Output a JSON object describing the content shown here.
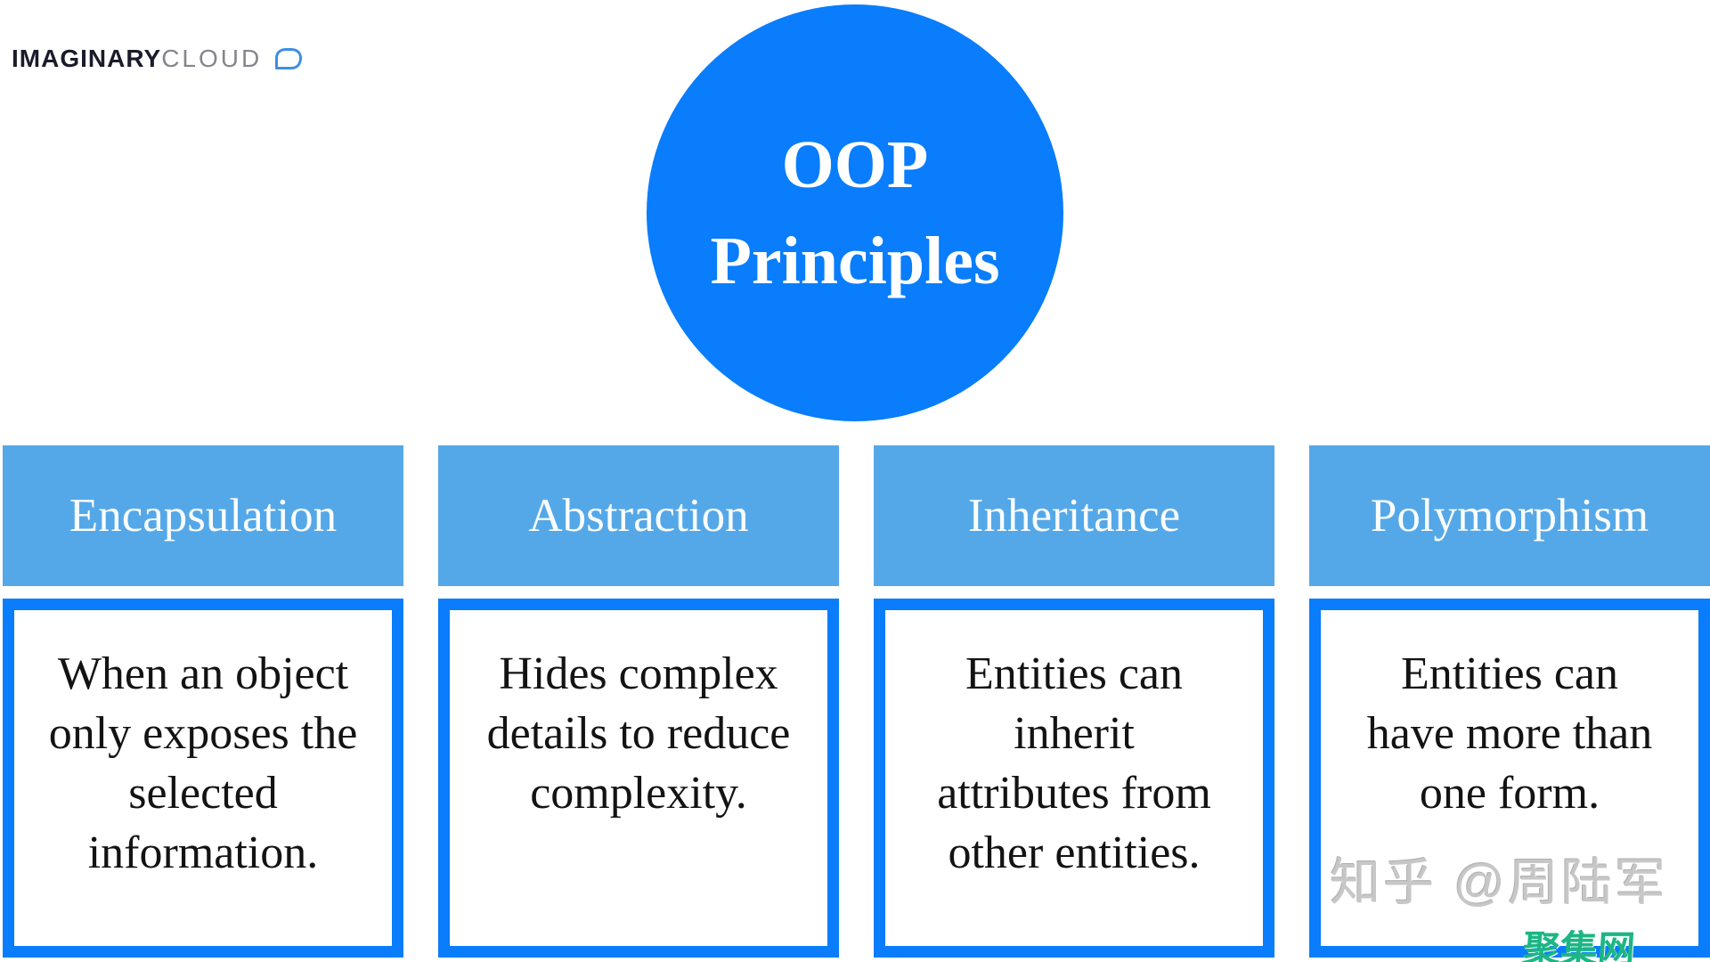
{
  "logo": {
    "brand_bold": "IMAGINARY",
    "brand_light": "CLOUD",
    "icon": "cloud-outline-icon"
  },
  "title_circle": {
    "text": "OOP\nPrinciples"
  },
  "principles": [
    {
      "title": "Encapsulation",
      "description": "When an object\nonly exposes the\nselected\ninformation."
    },
    {
      "title": "Abstraction",
      "description": "Hides complex\ndetails to reduce\ncomplexity."
    },
    {
      "title": "Inheritance",
      "description": "Entities can\ninherit\nattributes from\nother entities."
    },
    {
      "title": "Polymorphism",
      "description": "Entities can\nhave more than\none form."
    }
  ],
  "watermarks": {
    "zhihu": "知乎 @周陆军",
    "corner": "聚集网"
  },
  "colors": {
    "accent_blue": "#097DFB",
    "header_blue": "#55A8E8",
    "logo_dark": "#1b1b2b",
    "logo_gray": "#85858d",
    "watermark_gray": "#c7c7c7",
    "watermark_green": "#1DB584"
  }
}
